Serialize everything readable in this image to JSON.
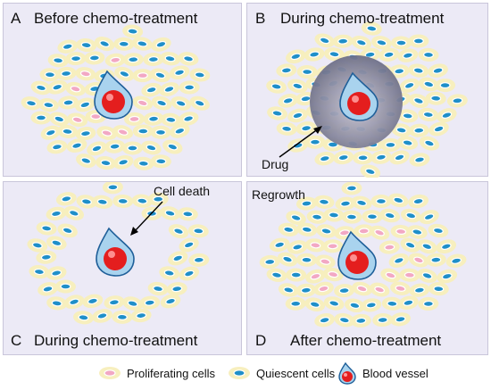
{
  "panels": {
    "a": {
      "letter": "A",
      "title": "Before chemo-treatment"
    },
    "b": {
      "letter": "B",
      "title": "During chemo-treatment",
      "drug_label": "Drug"
    },
    "c": {
      "letter": "C",
      "title": "During chemo-treatment",
      "annotation": "Cell death"
    },
    "d": {
      "letter": "D",
      "title": "After chemo-treatment",
      "annotation": "Regrowth"
    }
  },
  "legend": {
    "proliferating": "Proliferating cells",
    "quiescent": "Quiescent cells",
    "vessel": "Blood vessel"
  },
  "colors": {
    "panel_bg": "#eceaf6",
    "cell_body": "#f7efbe",
    "quiescent_nucleus": "#1f8fc9",
    "proliferating_nucleus": "#f2a8c4",
    "vessel_fill": "#a9d3ee",
    "vessel_core": "#e41e1e",
    "drug_cloud": "#6d6f88"
  }
}
